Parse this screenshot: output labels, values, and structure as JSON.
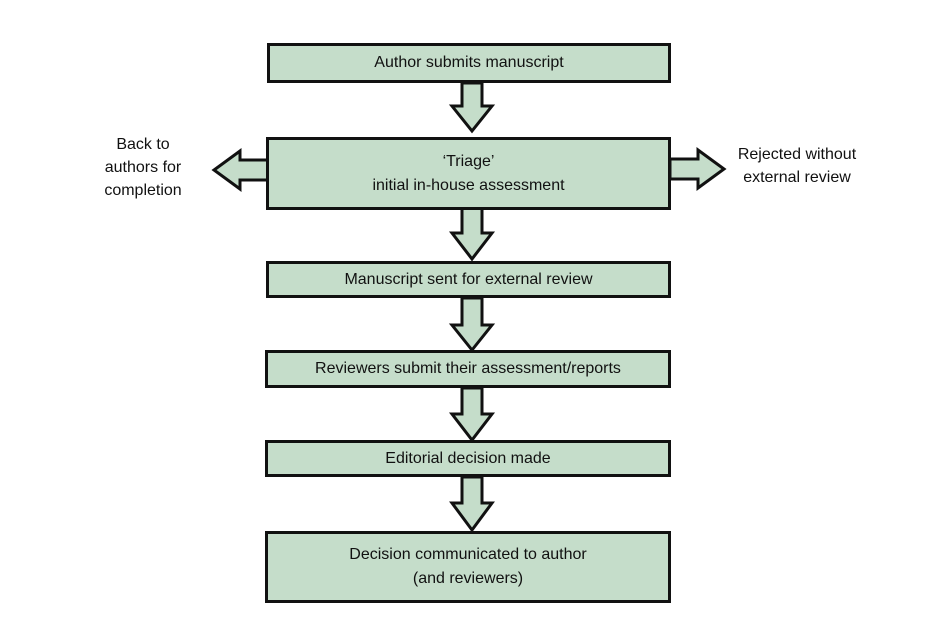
{
  "colors": {
    "box_fill": "#c5ddca",
    "outline": "#111111",
    "text": "#111111",
    "background": "#ffffff"
  },
  "steps": [
    {
      "lines": [
        "Author submits manuscript"
      ]
    },
    {
      "lines": [
        "‘Triage’",
        "initial in-house assessment"
      ]
    },
    {
      "lines": [
        "Manuscript sent for external review"
      ]
    },
    {
      "lines": [
        "Reviewers submit their assessment/reports"
      ]
    },
    {
      "lines": [
        "Editorial decision made"
      ]
    },
    {
      "lines": [
        "Decision communicated to author",
        "(and reviewers)"
      ]
    }
  ],
  "side_outcomes": {
    "left": {
      "lines": [
        "Back to",
        "authors for",
        "completion"
      ]
    },
    "right": {
      "lines": [
        "Rejected without",
        "external review"
      ]
    }
  }
}
